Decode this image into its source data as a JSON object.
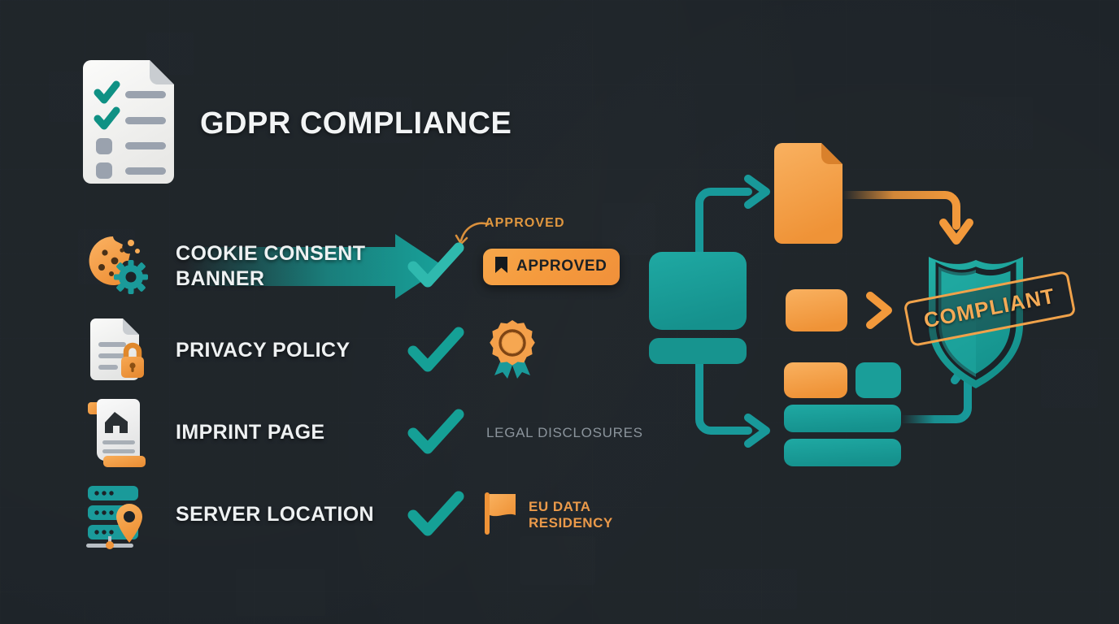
{
  "page": {
    "background_color": "#1d2328",
    "title": "GDPR COMPLIANCE"
  },
  "colors": {
    "background": "#1d2328",
    "teal": "#1a9a9a",
    "teal_light": "#2ab3ab",
    "teal_check": "#17a398",
    "orange": "#f59b3e",
    "orange_light": "#f8b05c",
    "orange_text": "#eb9a4a",
    "white_text": "#eef1f2",
    "muted_text": "#8b949c",
    "paper": "#f4f4f2"
  },
  "header": {
    "title": "GDPR COMPLIANCE",
    "icon": "checklist-document-icon"
  },
  "checklist": {
    "rows": [
      {
        "id": "cookie-consent-banner",
        "icon": "cookie-gear-icon",
        "label": "COOKIE CONSENT BANNER",
        "check": "check-icon",
        "has_arrow_band": true,
        "badge": {
          "text": "APPROVED",
          "icon": "bookmark-icon",
          "style": "orange-pill"
        },
        "callout": {
          "text": "APPROVED",
          "icon": "curved-arrow-icon"
        }
      },
      {
        "id": "privacy-policy",
        "icon": "document-lock-icon",
        "label": "PRIVACY POLICY",
        "check": "check-icon",
        "trailing_icon": "award-rosette-icon",
        "trailing_text": ""
      },
      {
        "id": "imprint-page",
        "icon": "scroll-house-icon",
        "label": "IMPRINT PAGE",
        "check": "check-icon",
        "trailing_text": "LEGAL DISCLOSURES",
        "trailing_text_style": "muted"
      },
      {
        "id": "server-location",
        "icon": "server-pin-icon",
        "label": "SERVER LOCATION",
        "check": "check-icon",
        "trailing_icon": "flag-icon",
        "trailing_text_line1": "EU DATA",
        "trailing_text_line2": "RESIDENCY",
        "trailing_text_style": "orange"
      }
    ]
  },
  "diagram": {
    "name": "compliance-flow-diagram",
    "source_block": "teal-source-block",
    "branches": [
      {
        "id": "branch-document",
        "shape": "orange-document",
        "arrow": "teal-arrow-right"
      },
      {
        "id": "branch-block",
        "shape": "orange-small-block",
        "arrow": "orange-arrow-right"
      },
      {
        "id": "branch-records",
        "shape": "mixed-blocks-stack",
        "arrow": "teal-arrow-right"
      }
    ],
    "target": {
      "id": "shield",
      "icon": "shield-icon",
      "stamp_text": "COMPLIANT"
    }
  }
}
